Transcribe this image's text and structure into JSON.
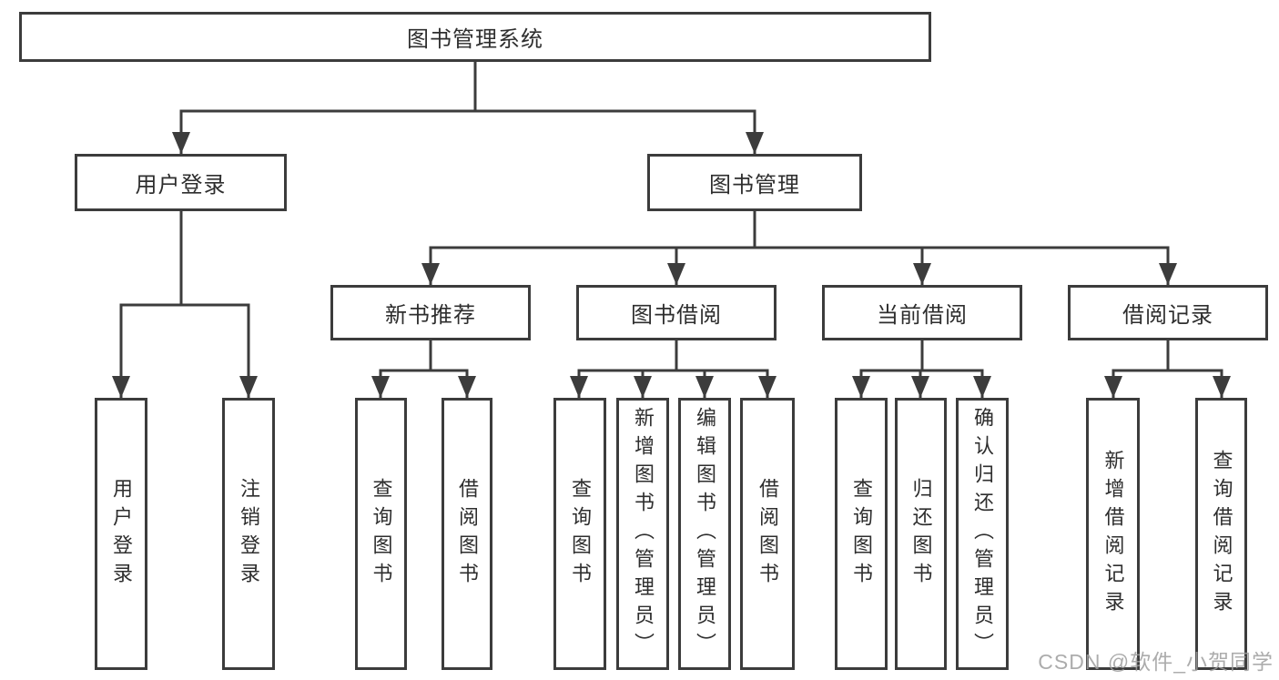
{
  "tree": {
    "root": {
      "label": "图书管理系统"
    },
    "branches": [
      {
        "label": "用户登录",
        "children": [
          {
            "label": "用户登录"
          },
          {
            "label": "注销登录"
          }
        ]
      },
      {
        "label": "图书管理",
        "children": [
          {
            "label": "新书推荐",
            "children": [
              {
                "label": "查询图书"
              },
              {
                "label": "借阅图书"
              }
            ]
          },
          {
            "label": "图书借阅",
            "children": [
              {
                "label": "查询图书"
              },
              {
                "label": "新增图书（管理员）"
              },
              {
                "label": "编辑图书（管理员）"
              },
              {
                "label": "借阅图书"
              }
            ]
          },
          {
            "label": "当前借阅",
            "children": [
              {
                "label": "查询图书"
              },
              {
                "label": "归还图书"
              },
              {
                "label": "确认归还（管理员）"
              }
            ]
          },
          {
            "label": "借阅记录",
            "children": [
              {
                "label": "新增借阅记录"
              },
              {
                "label": "查询借阅记录"
              }
            ]
          }
        ]
      }
    ]
  },
  "watermark": {
    "text": "CSDN @软件_小贺同学",
    "color": "#9e9e9e"
  },
  "colors": {
    "line": "#3c3c3c",
    "text": "#2e2e2e",
    "background": "#ffffff"
  }
}
